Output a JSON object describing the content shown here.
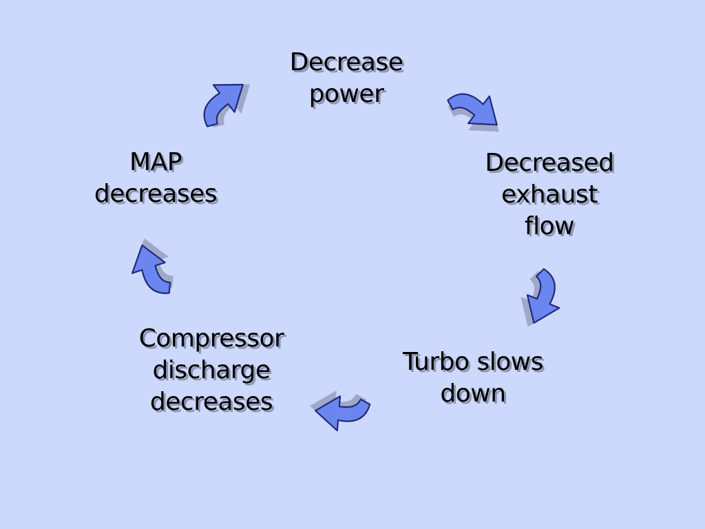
{
  "diagram": {
    "colors": {
      "background": "#ccd8fc",
      "arrow_fill": "#6c86f0",
      "arrow_stroke": "#1f2a78",
      "arrow_shadow": "#9fa8c6",
      "text_shadow": "#8c94ac"
    },
    "nodes": [
      {
        "id": "decrease-power",
        "lines": [
          "Decrease",
          "power"
        ]
      },
      {
        "id": "decreased-exhaust-flow",
        "lines": [
          "Decreased",
          "exhaust",
          "flow"
        ]
      },
      {
        "id": "turbo-slows-down",
        "lines": [
          "Turbo slows",
          "down"
        ]
      },
      {
        "id": "compressor-discharge-decreases",
        "lines": [
          "Compressor",
          "discharge",
          "decreases"
        ]
      },
      {
        "id": "map-decreases",
        "lines": [
          "MAP",
          "decreases"
        ]
      }
    ],
    "cycle_order": [
      "decrease-power",
      "decreased-exhaust-flow",
      "turbo-slows-down",
      "compressor-discharge-decreases",
      "map-decreases"
    ]
  }
}
